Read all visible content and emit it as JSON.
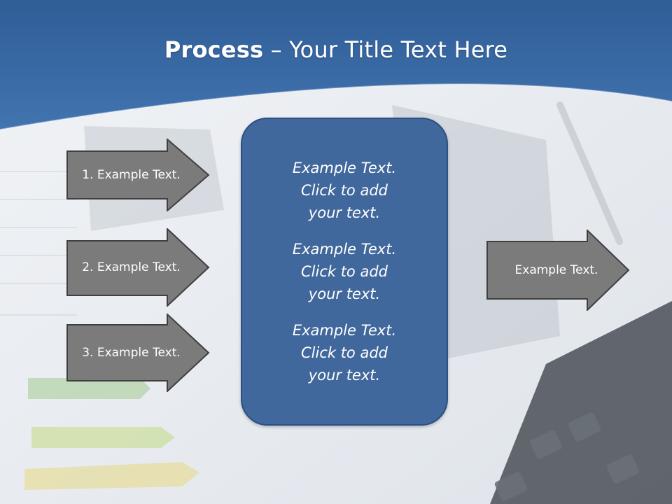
{
  "slide": {
    "title_bold": "Process",
    "title_rest": " – Your Title Text Here"
  },
  "left_arrows": [
    {
      "label": "1. Example Text."
    },
    {
      "label": "2. Example Text."
    },
    {
      "label": "3. Example Text."
    }
  ],
  "center_panel": {
    "blocks": [
      {
        "line1": "Example Text.",
        "line2": "Click  to add",
        "line3": "your text."
      },
      {
        "line1": "Example Text.",
        "line2": "Click  to add",
        "line3": "your text."
      },
      {
        "line1": "Example Text.",
        "line2": "Click  to add",
        "line3": "your text."
      }
    ]
  },
  "right_arrow": {
    "label": "Example Text."
  },
  "colors": {
    "header_blue": "#3a6aa5",
    "panel_blue": "#41689c",
    "arrow_gray": "#7b7b7b",
    "arrow_border": "#3f3f3f"
  }
}
